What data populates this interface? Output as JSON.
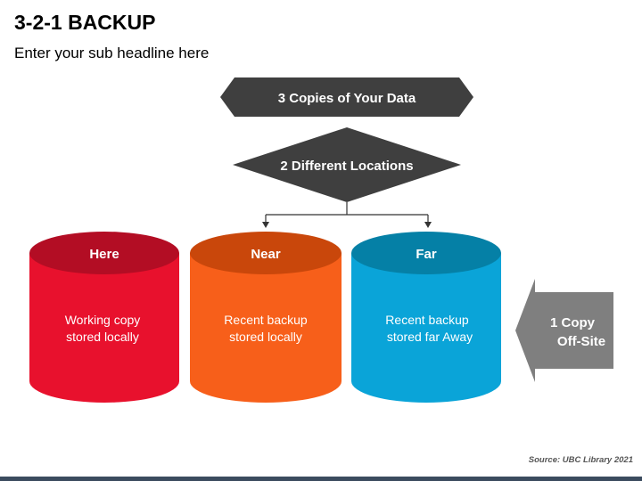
{
  "title": "3-2-1 BACKUP",
  "subtitle": "Enter your sub headline here",
  "copies_label": "3 Copies of Your Data",
  "locations_label": "2 Different Locations",
  "cylinders": [
    {
      "heading": "Here",
      "line1": "Working copy",
      "line2": "stored locally",
      "body_color": "#e8112d",
      "top_color": "#b30d24"
    },
    {
      "heading": "Near",
      "line1": "Recent backup",
      "line2": "stored locally",
      "body_color": "#f75f1a",
      "top_color": "#c9470b"
    },
    {
      "heading": "Far",
      "line1": "Recent backup",
      "line2": "stored far Away",
      "body_color": "#0aa4d8",
      "top_color": "#0580a6"
    }
  ],
  "offsite": {
    "line1": "1 Copy",
    "line2": "Off-Site"
  },
  "source": "Source: UBC Library 2021",
  "colors": {
    "dark_shape": "#3f3f3f",
    "offsite_arrow": "#7f7f7f",
    "connector": "#333333"
  }
}
